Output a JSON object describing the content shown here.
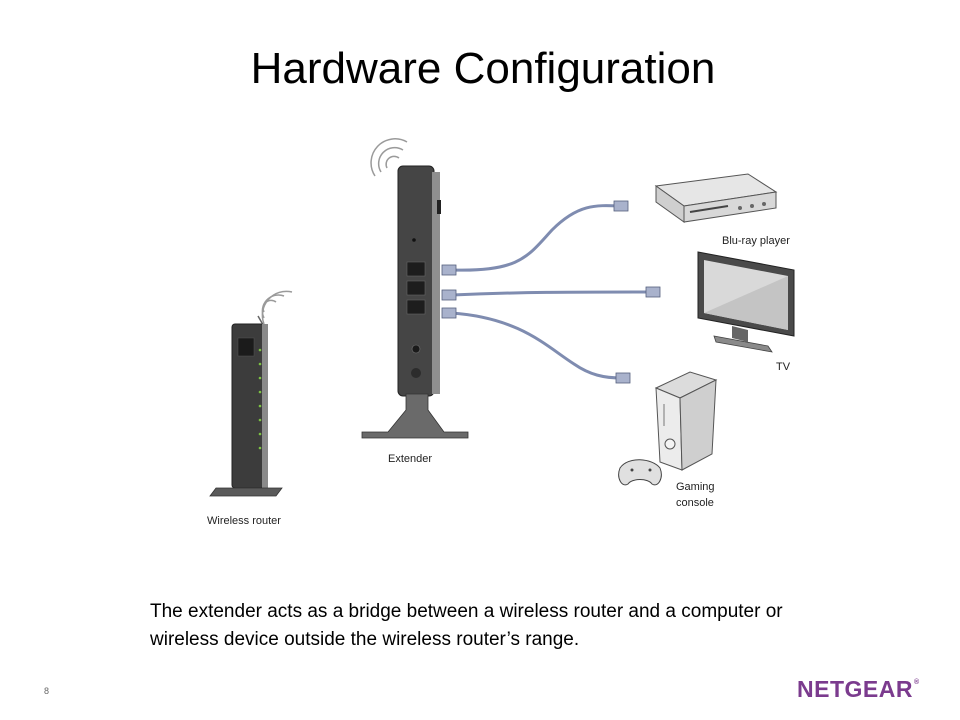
{
  "slide": {
    "title": "Hardware Configuration",
    "caption": "The extender acts as a bridge between a wireless router and a computer or wireless device outside the wireless router’s range.",
    "page_number": "8"
  },
  "brand": {
    "name": "NETGEAR",
    "trademark": "®",
    "color": "#7b3b8e"
  },
  "diagram": {
    "labels": {
      "wireless_router": "Wireless router",
      "extender": "Extender",
      "bluray": "Blu-ray player",
      "tv": "TV",
      "console_line1": "Gaming",
      "console_line2": "console"
    },
    "icons": [
      "wifi-signal-icon",
      "wireless-router-icon",
      "extender-icon",
      "ethernet-cable-icon",
      "bluray-player-icon",
      "tv-icon",
      "gaming-console-icon",
      "game-controller-icon"
    ]
  }
}
